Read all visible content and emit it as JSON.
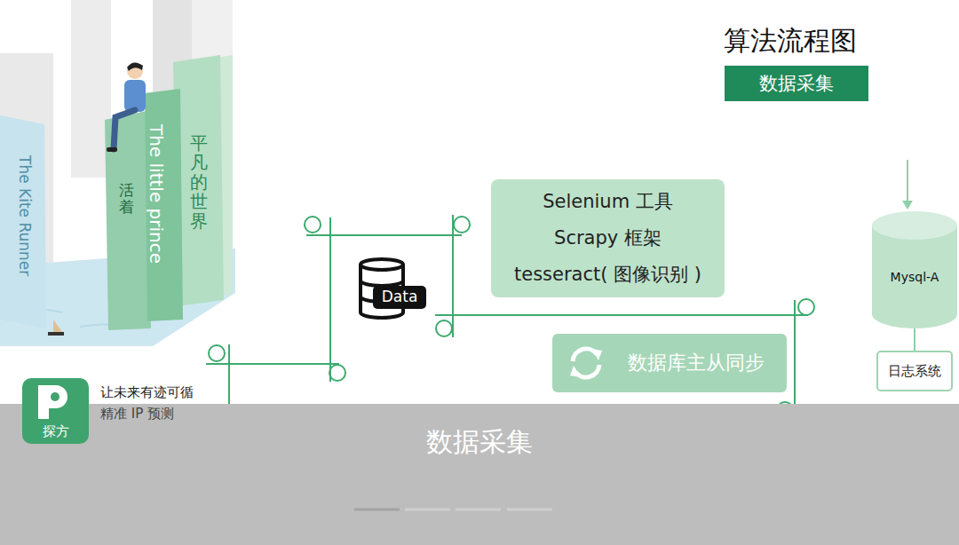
{
  "diagram": {
    "title": "算法流程图",
    "caption": "数据采集",
    "nodes": [
      {
        "text": [
          "数据采集"
        ]
      },
      {
        "text": [
          "Data"
        ]
      },
      {
        "text": [
          "Selenium 工具",
          "Scrapy 框架",
          "tesseract( 图像识别 )"
        ]
      },
      {
        "text": [
          "数据库主从同步"
        ]
      },
      {
        "text": [
          "Mysql-A"
        ]
      },
      {
        "text": [
          "日志系统"
        ]
      },
      {
        "text": [
          "探方"
        ]
      }
    ],
    "edges": [
      {
        "from": 4,
        "to": 5,
        "arrow": "none"
      }
    ],
    "labels": [
      "The Kite Runner",
      "活着",
      "The little prince",
      "平凡的世界",
      "让未来有迹可循",
      "精准 IP 预测"
    ]
  }
}
